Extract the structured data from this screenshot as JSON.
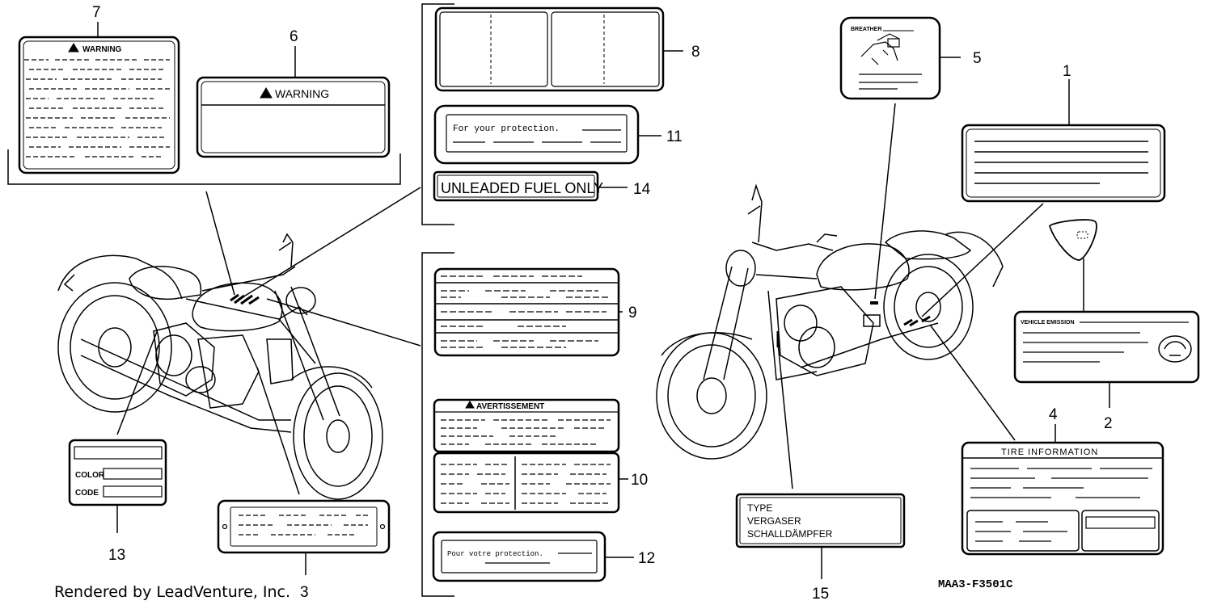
{
  "callouts": {
    "n1": "1",
    "n2": "2",
    "n3": "3",
    "n4": "4",
    "n5": "5",
    "n6": "6",
    "n7": "7",
    "n8": "8",
    "n9": "9",
    "n10": "10",
    "n11": "11",
    "n12": "12",
    "n13": "13",
    "n14": "14",
    "n15": "15"
  },
  "labels": {
    "warning_7": "WARNING",
    "warning_6": "WARNING",
    "protection_en": "For your protection.",
    "unleaded": "UNLEADED FUEL ONLY",
    "avertissement": "AVERTISSEMENT",
    "protection_fr": "Pour votre protection.",
    "breather": "BREATHER",
    "vehicle_emission": "VEHICLE EMISSION",
    "tire_information": "TIRE   INFORMATION",
    "type": "TYPE",
    "vergaser": "VERGASER",
    "schalldampfer": "SCHALLDÄMPFER",
    "color": "COLOR",
    "code": "CODE"
  },
  "footer": {
    "rendered_by": "Rendered by LeadVenture, Inc.",
    "diagram_code": "MAA3-F3501C"
  },
  "colors": {
    "line": "#000000",
    "background": "#ffffff"
  },
  "icons": [
    "warning-triangle-icon",
    "honda-wing-logo",
    "motorcycle-illustration"
  ]
}
